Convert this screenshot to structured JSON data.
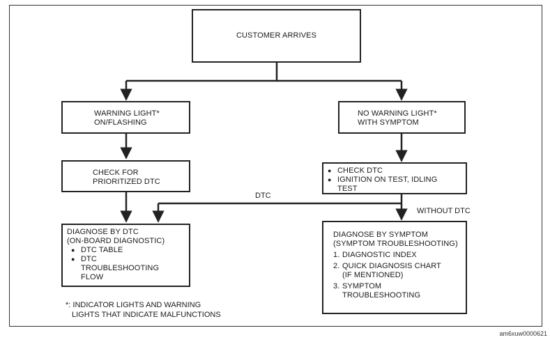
{
  "boxes": {
    "customer_arrives": "CUSTOMER ARRIVES",
    "warning_light": [
      "WARNING LIGHT*",
      "ON/FLASHING"
    ],
    "no_warning_light": [
      "NO WARNING LIGHT*",
      "WITH SYMPTOM"
    ],
    "check_prioritized": [
      "CHECK FOR",
      "PRIORITIZED DTC"
    ],
    "check_dtc": {
      "items": [
        "CHECK DTC",
        "IGNITION ON TEST, IDLING TEST"
      ]
    },
    "diagnose_dtc": {
      "heading": [
        "DIAGNOSE BY DTC",
        "(ON-BOARD DIAGNOSTIC)"
      ],
      "items": [
        "DTC TABLE",
        "DTC TROUBLESHOOTING FLOW"
      ]
    },
    "diagnose_symptom": {
      "heading": [
        "DIAGNOSE BY SYMPTOM",
        "(SYMPTOM TROUBLESHOOTING)"
      ],
      "items": [
        {
          "num": "1.",
          "text": [
            "DIAGNOSTIC INDEX"
          ]
        },
        {
          "num": "2.",
          "text": [
            "QUICK DIAGNOSIS CHART",
            "(IF MENTIONED)"
          ]
        },
        {
          "num": "3.",
          "text": [
            "SYMPTOM",
            "TROUBLESHOOTING"
          ]
        }
      ]
    }
  },
  "labels": {
    "dtc": "DTC",
    "without_dtc": "WITHOUT DTC"
  },
  "footnote": [
    "*: INDICATOR LIGHTS AND WARNING",
    "LIGHTS THAT INDICATE MALFUNCTIONS"
  ],
  "doc_id": "am6xuw0000621"
}
